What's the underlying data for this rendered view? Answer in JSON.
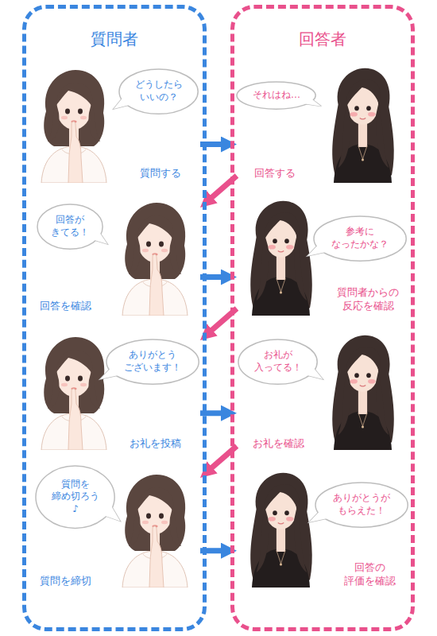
{
  "diagram": {
    "nodes": [
      {
        "text": [
          "質問者"
        ]
      },
      {
        "text": [
          "質問する"
        ],
        "in": 0
      },
      {
        "text": [
          "どうしたら いいの？"
        ],
        "in": 1
      },
      {
        "text": [
          "回答を確認"
        ],
        "in": 0
      },
      {
        "text": [
          "回答が きてる！"
        ],
        "in": 3
      },
      {
        "text": [
          "お礼を投稿"
        ],
        "in": 0
      },
      {
        "text": [
          "ありがとう ございます！"
        ],
        "in": 5
      },
      {
        "text": [
          "質問を締切"
        ],
        "in": 0
      },
      {
        "text": [
          "質問を 締め切ろう♪"
        ],
        "in": 7
      },
      {
        "text": [
          "回答者"
        ]
      },
      {
        "text": [
          "回答する"
        ],
        "in": 9
      },
      {
        "text": [
          "それはね…"
        ],
        "in": 10
      },
      {
        "text": [
          "質問者からの 反応を確認"
        ],
        "in": 9
      },
      {
        "text": [
          "参考に なったかな？"
        ],
        "in": 12
      },
      {
        "text": [
          "お礼を確認"
        ],
        "in": 9
      },
      {
        "text": [
          "お礼が 入ってる！"
        ],
        "in": 14
      },
      {
        "text": [
          "回答の 評価を確認"
        ],
        "in": 9
      },
      {
        "text": [
          "ありがとうが もらえた！"
        ],
        "in": 16
      }
    ],
    "edges": [
      {
        "from": 1,
        "to": 10,
        "arrow": "to"
      },
      {
        "from": 10,
        "to": 3,
        "arrow": "to"
      },
      {
        "from": 3,
        "to": 12,
        "arrow": "to"
      },
      {
        "from": 12,
        "to": 5,
        "arrow": "to"
      },
      {
        "from": 5,
        "to": 14,
        "arrow": "to"
      },
      {
        "from": 14,
        "to": 7,
        "arrow": "to"
      },
      {
        "from": 7,
        "to": 16,
        "arrow": "to"
      }
    ]
  }
}
